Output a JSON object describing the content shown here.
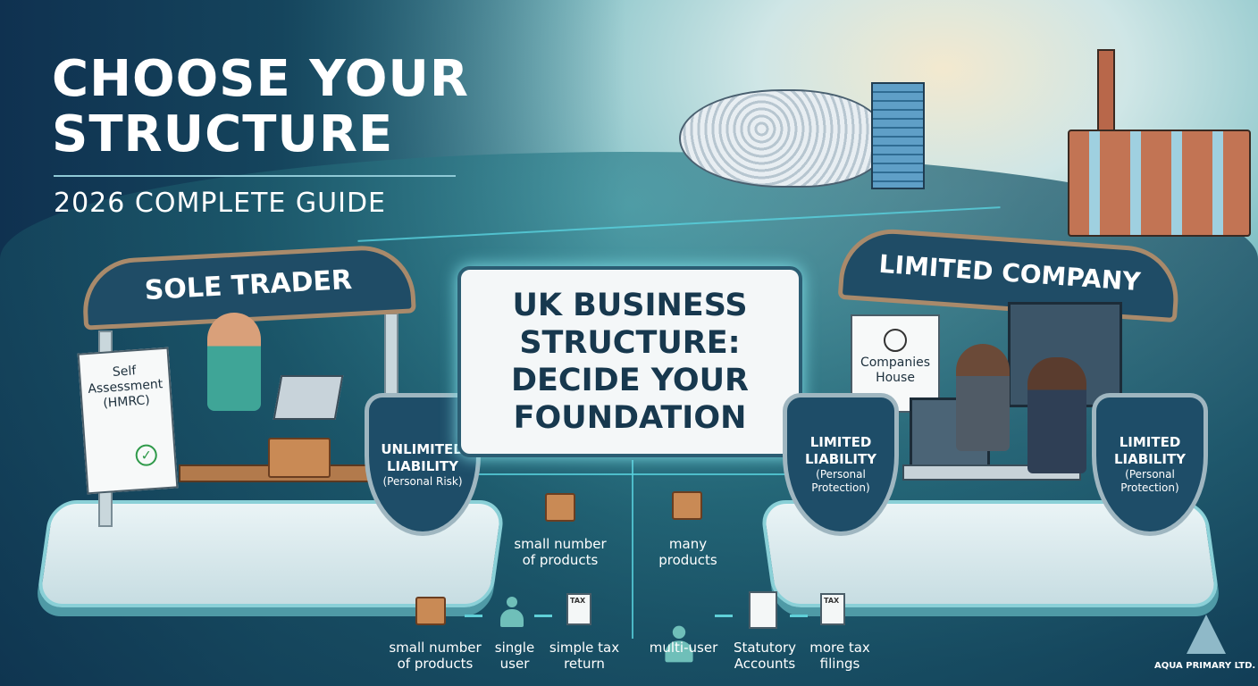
{
  "header": {
    "title_line1": "CHOOSE YOUR",
    "title_line2": "STRUCTURE",
    "subtitle": "2026 COMPLETE GUIDE"
  },
  "center": {
    "title": "UK BUSINESS STRUCTURE: DECIDE YOUR FOUNDATION"
  },
  "sole_trader": {
    "sign": "SOLE TRADER",
    "document": "Self Assessment (HMRC)",
    "shield_title": "UNLIMITED LIABILITY",
    "shield_note": "(Personal Risk)"
  },
  "limited_company": {
    "sign": "LIMITED COMPANY",
    "document": "Companies House",
    "shield_left_title": "LIMITED LIABILITY",
    "shield_left_note": "(Personal Protection)",
    "shield_right_title": "LIMITED LIABILITY",
    "shield_right_note": "(Personal Protection)"
  },
  "products": {
    "left": "small number of products",
    "right": "many products"
  },
  "features_left": [
    {
      "icon": "box-icon",
      "label": "small number of products"
    },
    {
      "icon": "user-icon",
      "label": "single user"
    },
    {
      "icon": "tax-document-icon",
      "label": "simple tax return"
    }
  ],
  "features_right": [
    {
      "icon": "users-icon",
      "label": "multi-user"
    },
    {
      "icon": "accounts-document-icon",
      "label": "Statutory Accounts"
    },
    {
      "icon": "tax-document-icon",
      "label": "more tax filings"
    }
  ],
  "tax_tag": "TAX",
  "brand": {
    "name": "AQUA PRIMARY LTD."
  },
  "colors": {
    "navy": "#0f3650",
    "teal": "#59d2de",
    "brick": "#b8674a"
  }
}
